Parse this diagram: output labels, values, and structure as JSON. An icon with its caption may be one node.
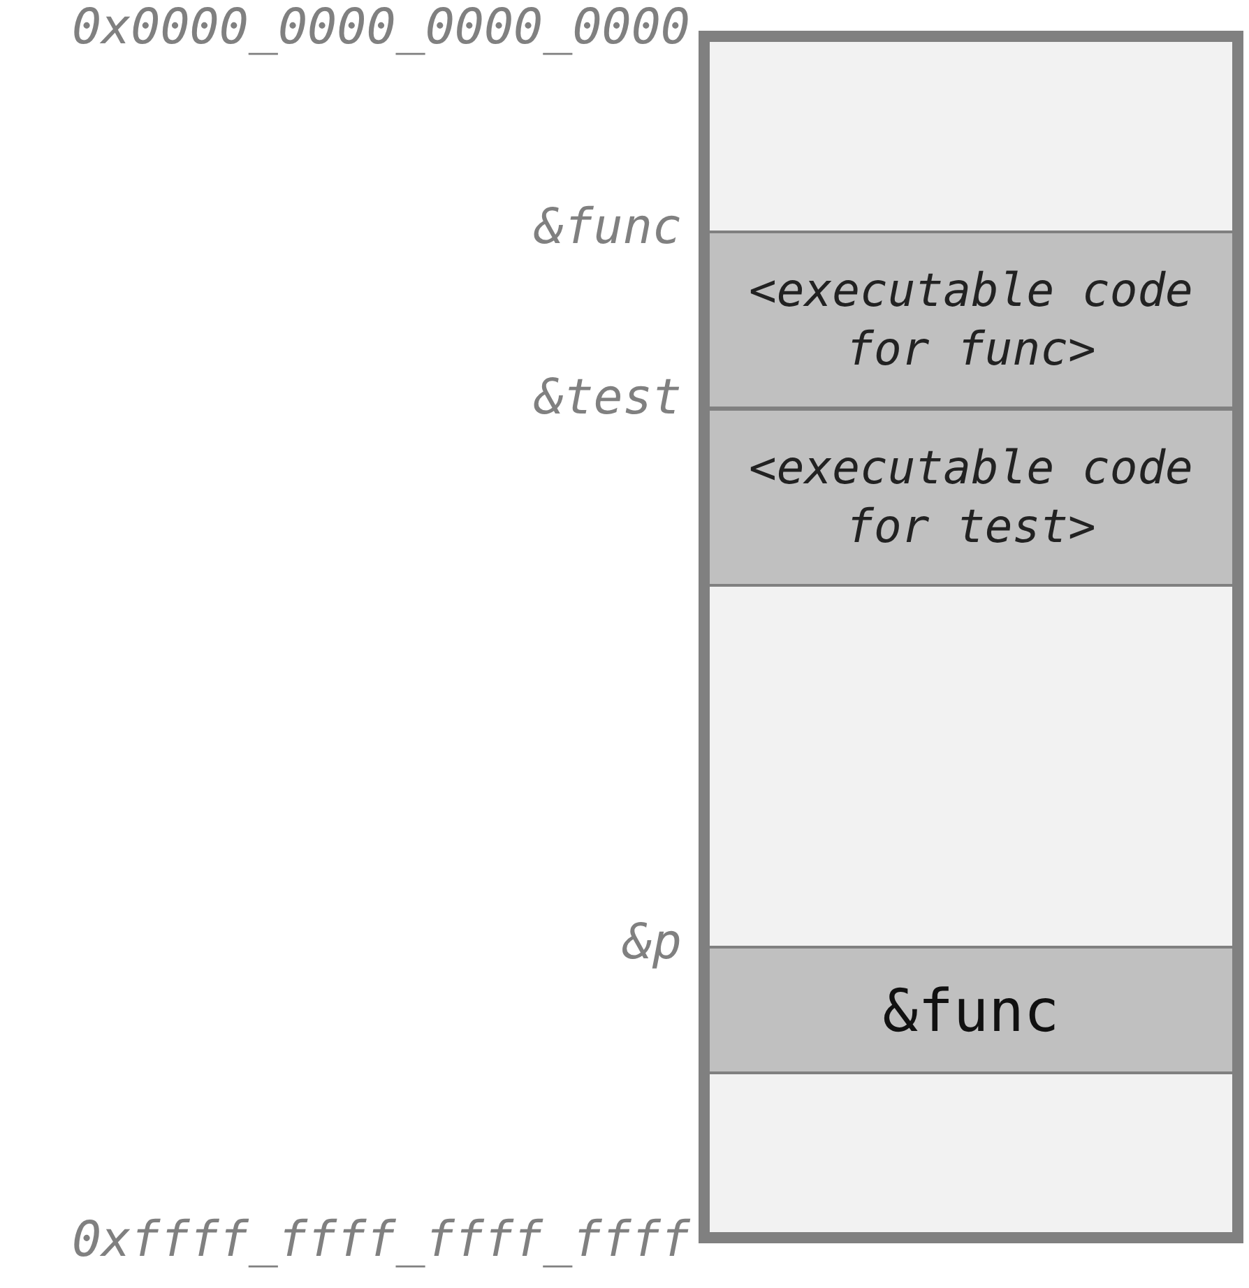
{
  "diagram": {
    "nodes": [
      {
        "text": [],
        "shape": "box"
      },
      {
        "text": [
          "<executable code for func>"
        ],
        "in": 0
      },
      {
        "text": [
          "<executable code for test>"
        ],
        "in": 0
      },
      {
        "text": [
          "&func"
        ],
        "in": 0
      }
    ],
    "labels": [
      "0x0000_0000_0000_0000",
      "&func",
      "&test",
      "&p",
      "0xffff_ffff_ffff_ffff"
    ]
  }
}
